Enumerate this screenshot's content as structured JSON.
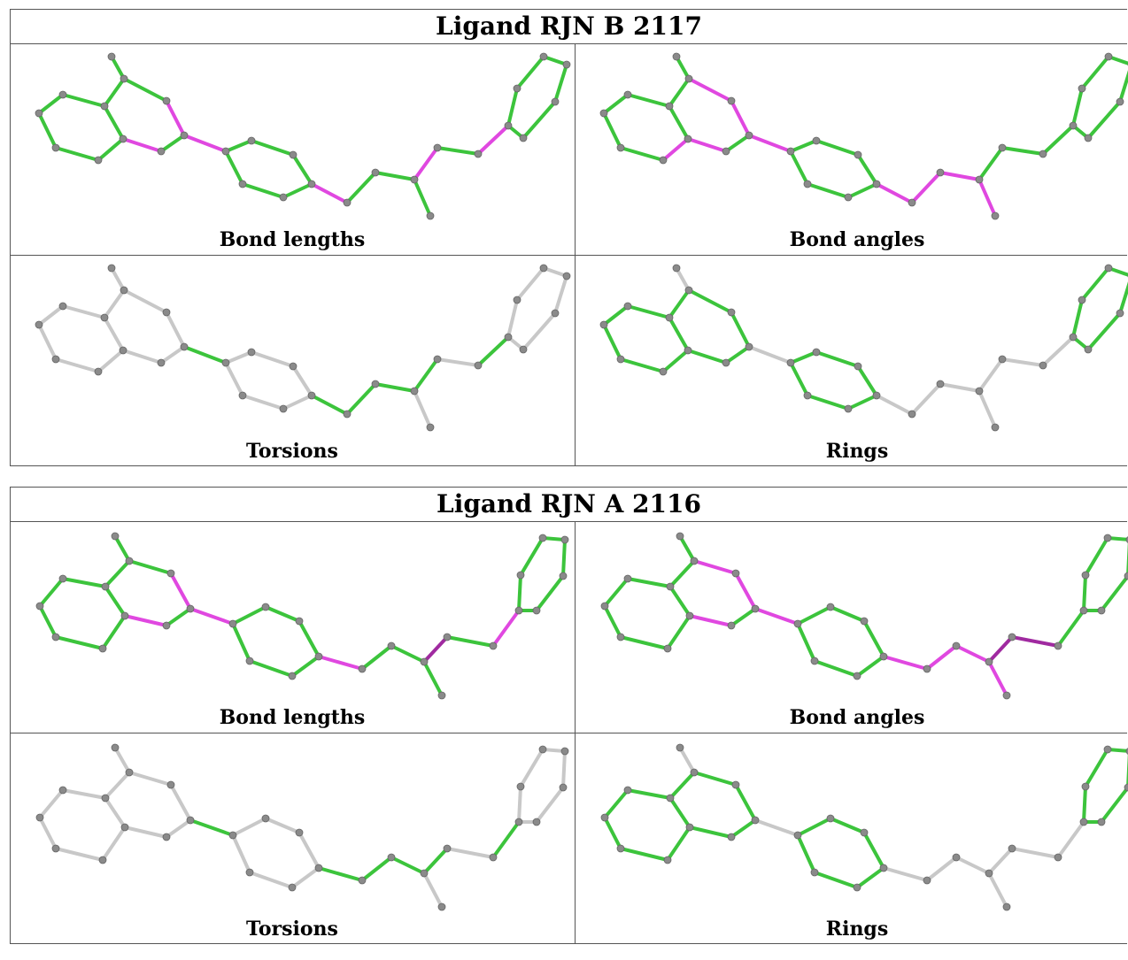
{
  "ligands": [
    {
      "title": "Ligand RJN B 2117",
      "panels": [
        "Bond lengths",
        "Bond angles",
        "Torsions",
        "Rings"
      ]
    },
    {
      "title": "Ligand RJN A 2116",
      "panels": [
        "Bond lengths",
        "Bond angles",
        "Torsions",
        "Rings"
      ]
    }
  ],
  "colors": {
    "ok": "#3cc43c",
    "outlier": "#e048e0",
    "outlier_dark": "#a02aa0",
    "unscored": "#c8c8c8",
    "atom": "#8a8a8a"
  }
}
